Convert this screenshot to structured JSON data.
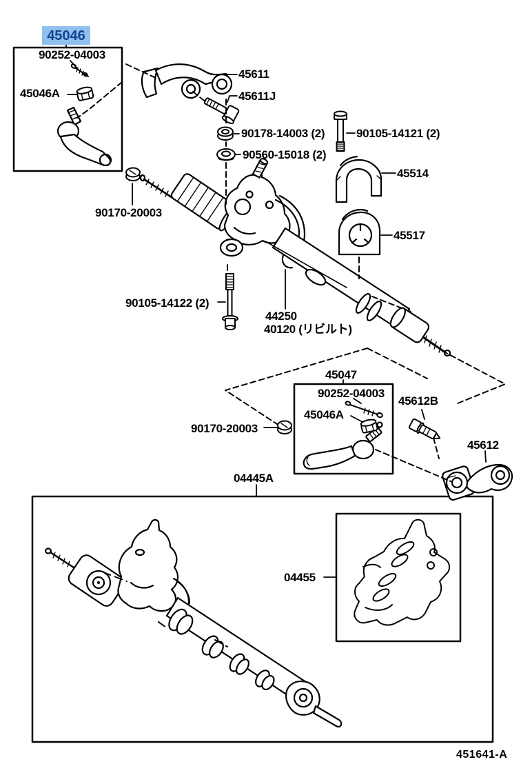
{
  "figure": {
    "code": "451641-A",
    "background_color": "#ffffff",
    "line_color": "#000000"
  },
  "highlight": {
    "text": "45046",
    "bg_color": "#8fc0ee",
    "text_color": "#16418f"
  },
  "labels": {
    "screw_kit1": "90252-04003",
    "nut_kit1": "45046A",
    "relay_arm": "45611",
    "relay_arm_bolt": "45611J",
    "pinion_nut": "90178-14003 (2)",
    "pinion_washer": "90560-15018 (2)",
    "bracket_bolt_upper": "90105-14121 (2)",
    "rack_clamp": "45514",
    "rack_bushing": "45517",
    "lock_nut_left": "90170-20003",
    "bracket_bolt_lower": "90105-14122 (2)",
    "gear_assembly": "44250",
    "gear_assembly_reman": "40120 (リビルト)",
    "kit_47": "45047",
    "screw_kit2": "90252-04003",
    "nut_kit2": "45046A",
    "knuckle_bolt": "45612B",
    "lock_nut_right": "90170-20003",
    "knuckle_arm": "45612",
    "housing_kit": "04445A",
    "seal_kit": "04455"
  }
}
